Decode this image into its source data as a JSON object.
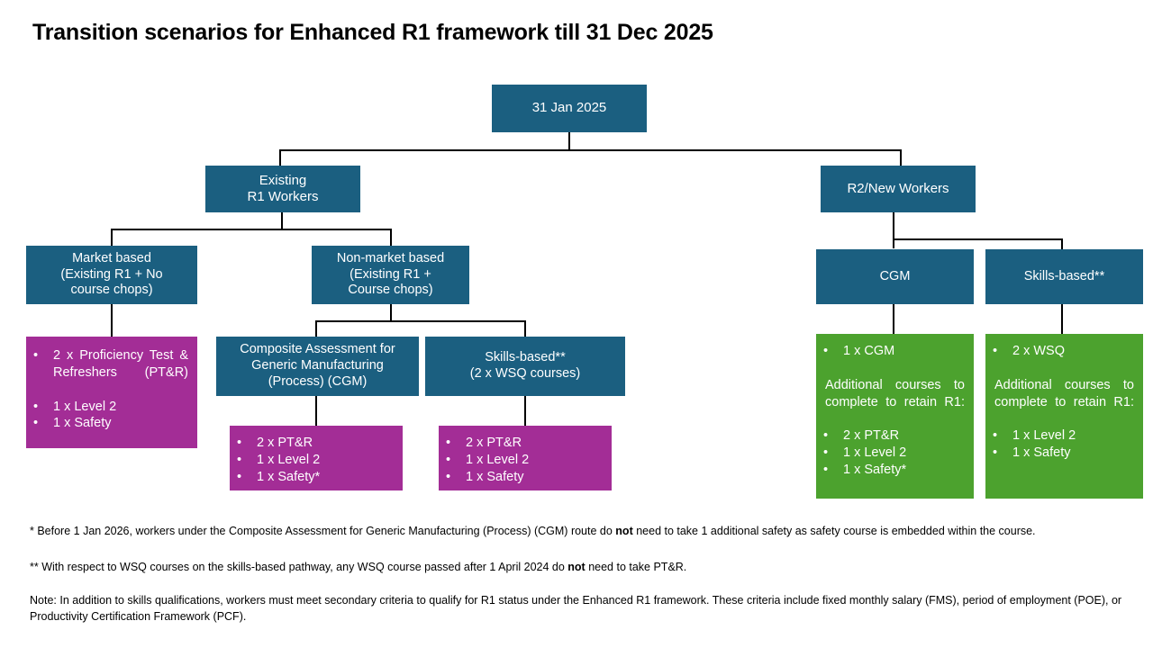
{
  "title": "Transition scenarios for Enhanced R1 framework till 31 Dec 2025",
  "colors": {
    "blue": "#1B5F80",
    "purple": "#A32D96",
    "green": "#4CA22E",
    "connector": "#000000",
    "text_on_fill": "#FFFFFF",
    "body_text": "#000000",
    "background": "#FFFFFF"
  },
  "nodes": {
    "root": {
      "label": "31 Jan 2025"
    },
    "existing_r1": {
      "label": "Existing\nR1 Workers"
    },
    "r2_new": {
      "label": "R2/New Workers"
    },
    "market_based": {
      "label": "Market based\n(Existing R1 + No\ncourse chops)"
    },
    "non_market_based": {
      "label": "Non-market based\n(Existing R1 +\nCourse chops)"
    },
    "cgm_left": {
      "label": "Composite Assessment for\nGeneric Manufacturing\n(Process) (CGM)"
    },
    "skills_left": {
      "label": "Skills-based**\n(2 x WSQ courses)"
    },
    "cgm_right": {
      "label": "CGM"
    },
    "skills_right": {
      "label": "Skills-based**"
    }
  },
  "requirement_boxes": {
    "market_based_req": {
      "color": "purple",
      "items": [
        {
          "text": "2 x Proficiency Test & Refreshers (PT&R)",
          "justify": true
        },
        {
          "text": "1 x Level 2",
          "justify": false
        },
        {
          "text": "1 x Safety",
          "justify": false
        }
      ]
    },
    "cgm_left_req": {
      "color": "purple",
      "items": [
        {
          "text": "2 x PT&R",
          "justify": false
        },
        {
          "text": "1 x Level 2",
          "justify": false
        },
        {
          "text": "1 x Safety*",
          "justify": false
        }
      ]
    },
    "skills_left_req": {
      "color": "purple",
      "items": [
        {
          "text": "2 x PT&R",
          "justify": false
        },
        {
          "text": "1 x Level 2",
          "justify": false
        },
        {
          "text": "1 x Safety",
          "justify": false
        }
      ]
    },
    "cgm_right_req": {
      "color": "green",
      "primary": [
        {
          "text": "1 x CGM",
          "justify": false
        }
      ],
      "note": "Additional courses to complete to retain R1:",
      "items": [
        {
          "text": "2 x PT&R",
          "justify": false
        },
        {
          "text": "1 x Level 2",
          "justify": false
        },
        {
          "text": "1 x Safety*",
          "justify": false
        }
      ]
    },
    "skills_right_req": {
      "color": "green",
      "primary": [
        {
          "text": "2 x WSQ",
          "justify": false
        }
      ],
      "note": "Additional courses to complete to retain R1:",
      "items": [
        {
          "text": "1 x Level 2",
          "justify": false
        },
        {
          "text": "1 x Safety",
          "justify": false
        }
      ]
    }
  },
  "footnotes": {
    "single_asterisk_pre": "* Before 1 Jan 2026, workers under the Composite Assessment for Generic Manufacturing (Process) (CGM) route do ",
    "single_asterisk_bold": "not",
    "single_asterisk_post": " need to take 1 additional safety as safety course is embedded within the course.",
    "double_asterisk_pre": "** With respect to WSQ courses on the skills-based pathway, any WSQ course passed after 1 April 2024 do ",
    "double_asterisk_bold": "not",
    "double_asterisk_post": " need to take PT&R.",
    "note": "Note: In addition to skills qualifications, workers must meet secondary criteria to qualify for R1 status under the Enhanced R1 framework. These criteria include fixed monthly salary (FMS), period of employment (POE), or Productivity Certification Framework (PCF)."
  }
}
